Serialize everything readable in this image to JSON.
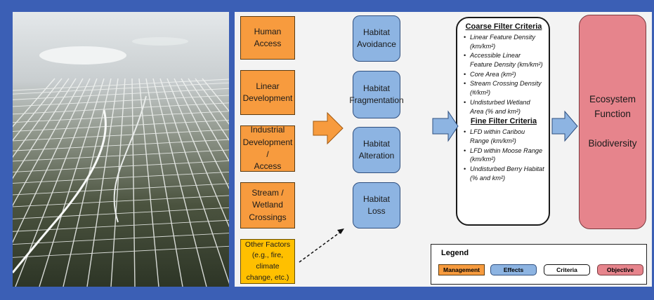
{
  "photo": {
    "alt_icon": "aerial-photo-linear-features"
  },
  "management": [
    "Human Access",
    "Linear\nDevelopment",
    "Industrial\nDevelopment /\nAccess",
    "Stream /\nWetland\nCrossings"
  ],
  "other_factors": "Other Factors\n(e.g., fire, climate\nchange, etc.)",
  "effects": [
    "Habitat\nAvoidance",
    "Habitat\nFragmentation",
    "Habitat\nAlteration",
    "Habitat Loss"
  ],
  "coarse": {
    "title": "Coarse Filter Criteria",
    "items": [
      "Linear Feature Density (km/km²)",
      "Accessible Linear Feature Density (km/km²)",
      "Core Area (km²)",
      "Stream Crossing Density (#/km²)",
      "Undisturbed Wetland Area (% and km²)"
    ]
  },
  "fine": {
    "title": "Fine Filter Criteria",
    "items": [
      "LFD within Caribou Range (km/km²)",
      "LFD within Moose Range (km/km²)",
      "Undisturbed Berry Habitat (% and km²)"
    ]
  },
  "objective": "Ecosystem\nFunction\n\nBiodiversity",
  "legend": {
    "title": "Legend",
    "items": [
      "Management",
      "Effects",
      "Criteria",
      "Objective"
    ]
  },
  "colors": {
    "management": "#f79b3e",
    "other": "#ffc000",
    "effects": "#8db4e2",
    "objective": "#e6848c",
    "frame": "#3b5fb5",
    "arrow": "#8db4e2",
    "arrow_orange": "#f79b3e"
  }
}
